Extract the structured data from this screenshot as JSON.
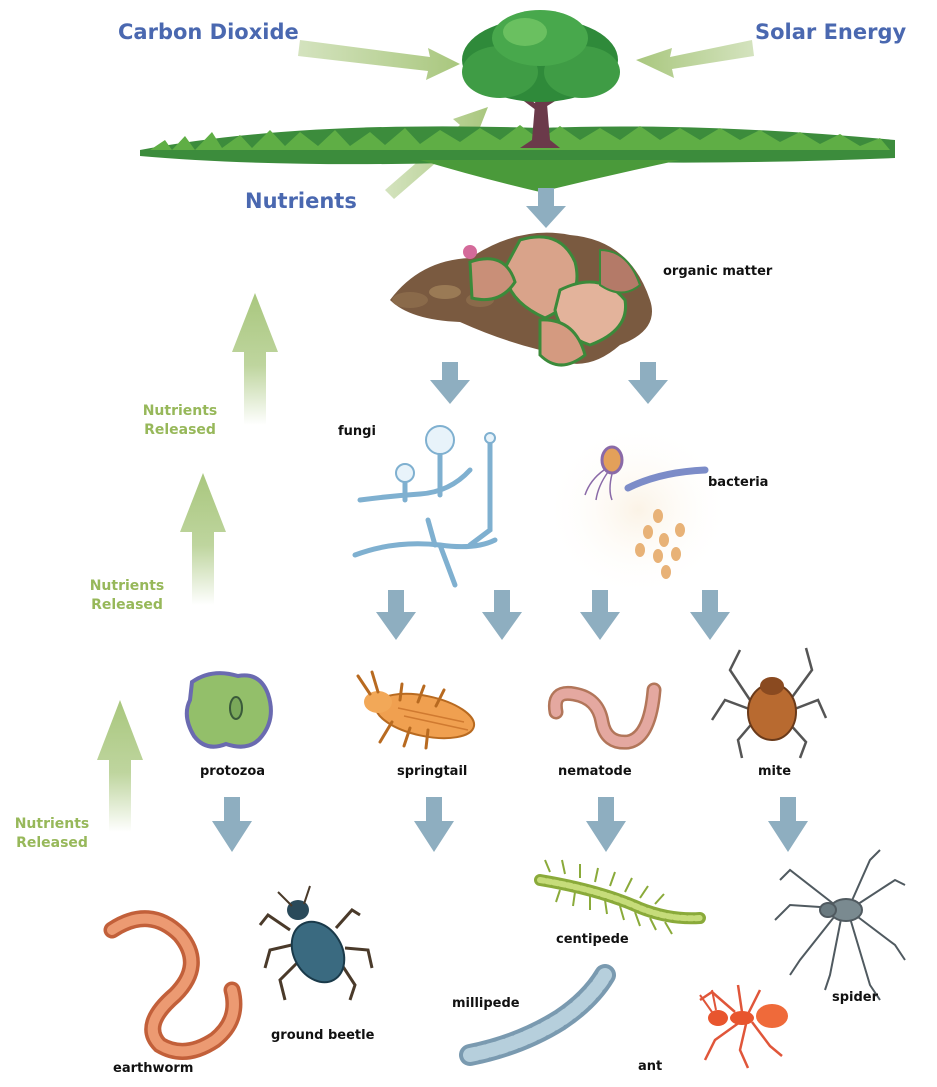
{
  "inputs": {
    "carbon_dioxide": "Carbon Dioxide",
    "solar_energy": "Solar Energy",
    "nutrients": "Nutrients"
  },
  "organic_matter": "organic matter",
  "decomposers": {
    "fungi": "fungi",
    "bacteria": "bacteria"
  },
  "consumers_1": {
    "protozoa": "protozoa",
    "springtail": "springtail",
    "nematode": "nematode",
    "mite": "mite"
  },
  "consumers_2": {
    "earthworm": "earthworm",
    "ground_beetle": "ground beetle",
    "millipede": "millipede",
    "centipede": "centipede",
    "ant": "ant",
    "spider": "spider"
  },
  "nutrients_released": {
    "line1": "Nutrients",
    "line2": "Released"
  },
  "colors": {
    "label_blue": "#4a68b0",
    "green_arrow": "#a9c77e",
    "flow_arrow": "#8eaec0",
    "released_text": "#97b85a"
  },
  "icons": [
    "tree-icon",
    "grass-icon",
    "leaf-litter-icon",
    "fungi-icon",
    "bacteria-icon",
    "protozoa-icon",
    "springtail-icon",
    "nematode-icon",
    "mite-icon",
    "earthworm-icon",
    "ground-beetle-icon",
    "millipede-icon",
    "centipede-icon",
    "ant-icon",
    "spider-icon"
  ]
}
